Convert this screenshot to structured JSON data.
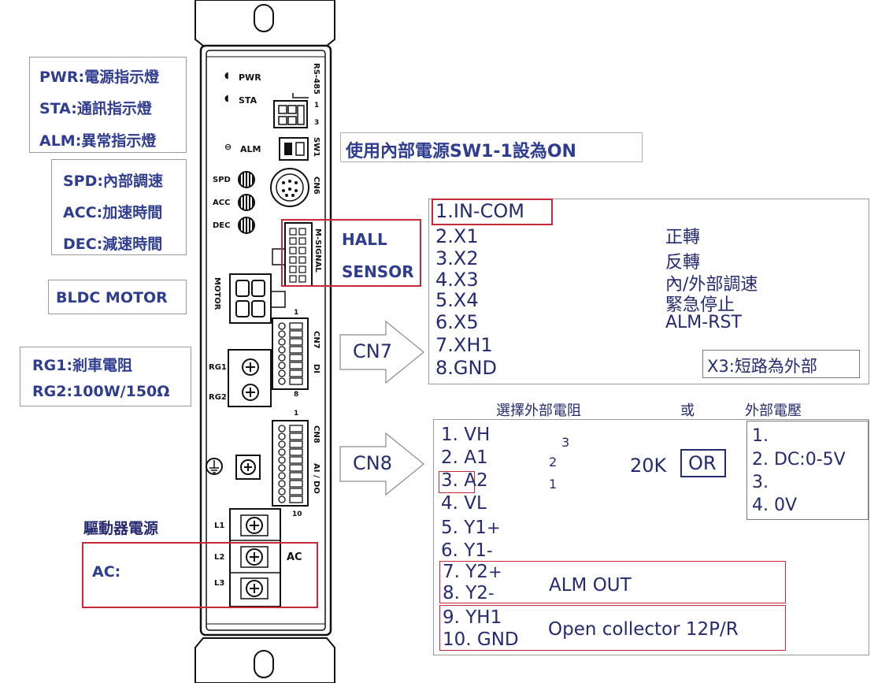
{
  "left_labels": {
    "indicators": [
      "PWR:電源指示燈",
      "STA:通訊指示燈",
      "ALM:異常指示燈"
    ],
    "pots": [
      "SPD:內部調速",
      "ACC:加速時間",
      "DEC:減速時間"
    ],
    "motor": "BLDC MOTOR",
    "brake": [
      "RG1:剎車電阻",
      "RG2:100W/150Ω"
    ],
    "power_title": "驅動器電源",
    "power_ac": "AC:"
  },
  "device": {
    "pwr": "PWR",
    "sta": "STA",
    "alm": "ALM",
    "spd": "SPD",
    "acc": "ACC",
    "dec": "DEC",
    "rs485": "RS-485",
    "sw1": "SW1",
    "cn6": "CN6",
    "msignal": "M-SIGNAL",
    "motor": "MOTOR",
    "cn7": "CN7",
    "di": "DI",
    "cn8": "CN8",
    "aido": "AI / DO",
    "rg1": "RG1",
    "rg2": "RG2",
    "l1": "L1",
    "l2": "L2",
    "l3": "L3",
    "ac": "AC",
    "pin_1a": "1",
    "pin_3": "3",
    "pin_1b": "1",
    "pin_8": "8",
    "pin_1c": "1",
    "pin_10": "10"
  },
  "sw1_note": "使用內部電源SW1-1設為ON",
  "hall": [
    "HALL",
    "SENSOR"
  ],
  "cn7": {
    "arrow_label": "CN7",
    "pins": [
      "1.IN-COM",
      "2.X1",
      "3.X2",
      "4.X3",
      "5.X4",
      "6.X5",
      "7.XH1",
      "8.GND"
    ],
    "functions": [
      "正轉",
      "反轉",
      "內/外部調速",
      "緊急停止",
      "ALM-RST"
    ],
    "note": "X3:短路為外部"
  },
  "cn8": {
    "arrow_label": "CN8",
    "header_resistor": "選擇外部電阻",
    "header_or": "或",
    "header_voltage": "外部電壓",
    "pins": [
      "1. VH",
      "2. A1",
      "3. A2",
      "4. VL",
      "5. Y1",
      "6. Y1",
      "7. Y2",
      "8. Y2",
      "9. YH1",
      "10. GND"
    ],
    "pin_signs": [
      "+",
      "-",
      "+",
      "-"
    ],
    "pot_value": "20K",
    "pot_or": "OR",
    "pot_nums": [
      "3",
      "2",
      "1"
    ],
    "voltage_pins": [
      "1.",
      "2. DC:0-5V",
      "3.",
      "4. 0V"
    ],
    "alm_out": "ALM OUT",
    "open_collector": "Open collector 12P/R"
  },
  "colors": {
    "label_text": "#2e3d8f",
    "highlight": "#c8283a",
    "line": "#262a6e"
  }
}
